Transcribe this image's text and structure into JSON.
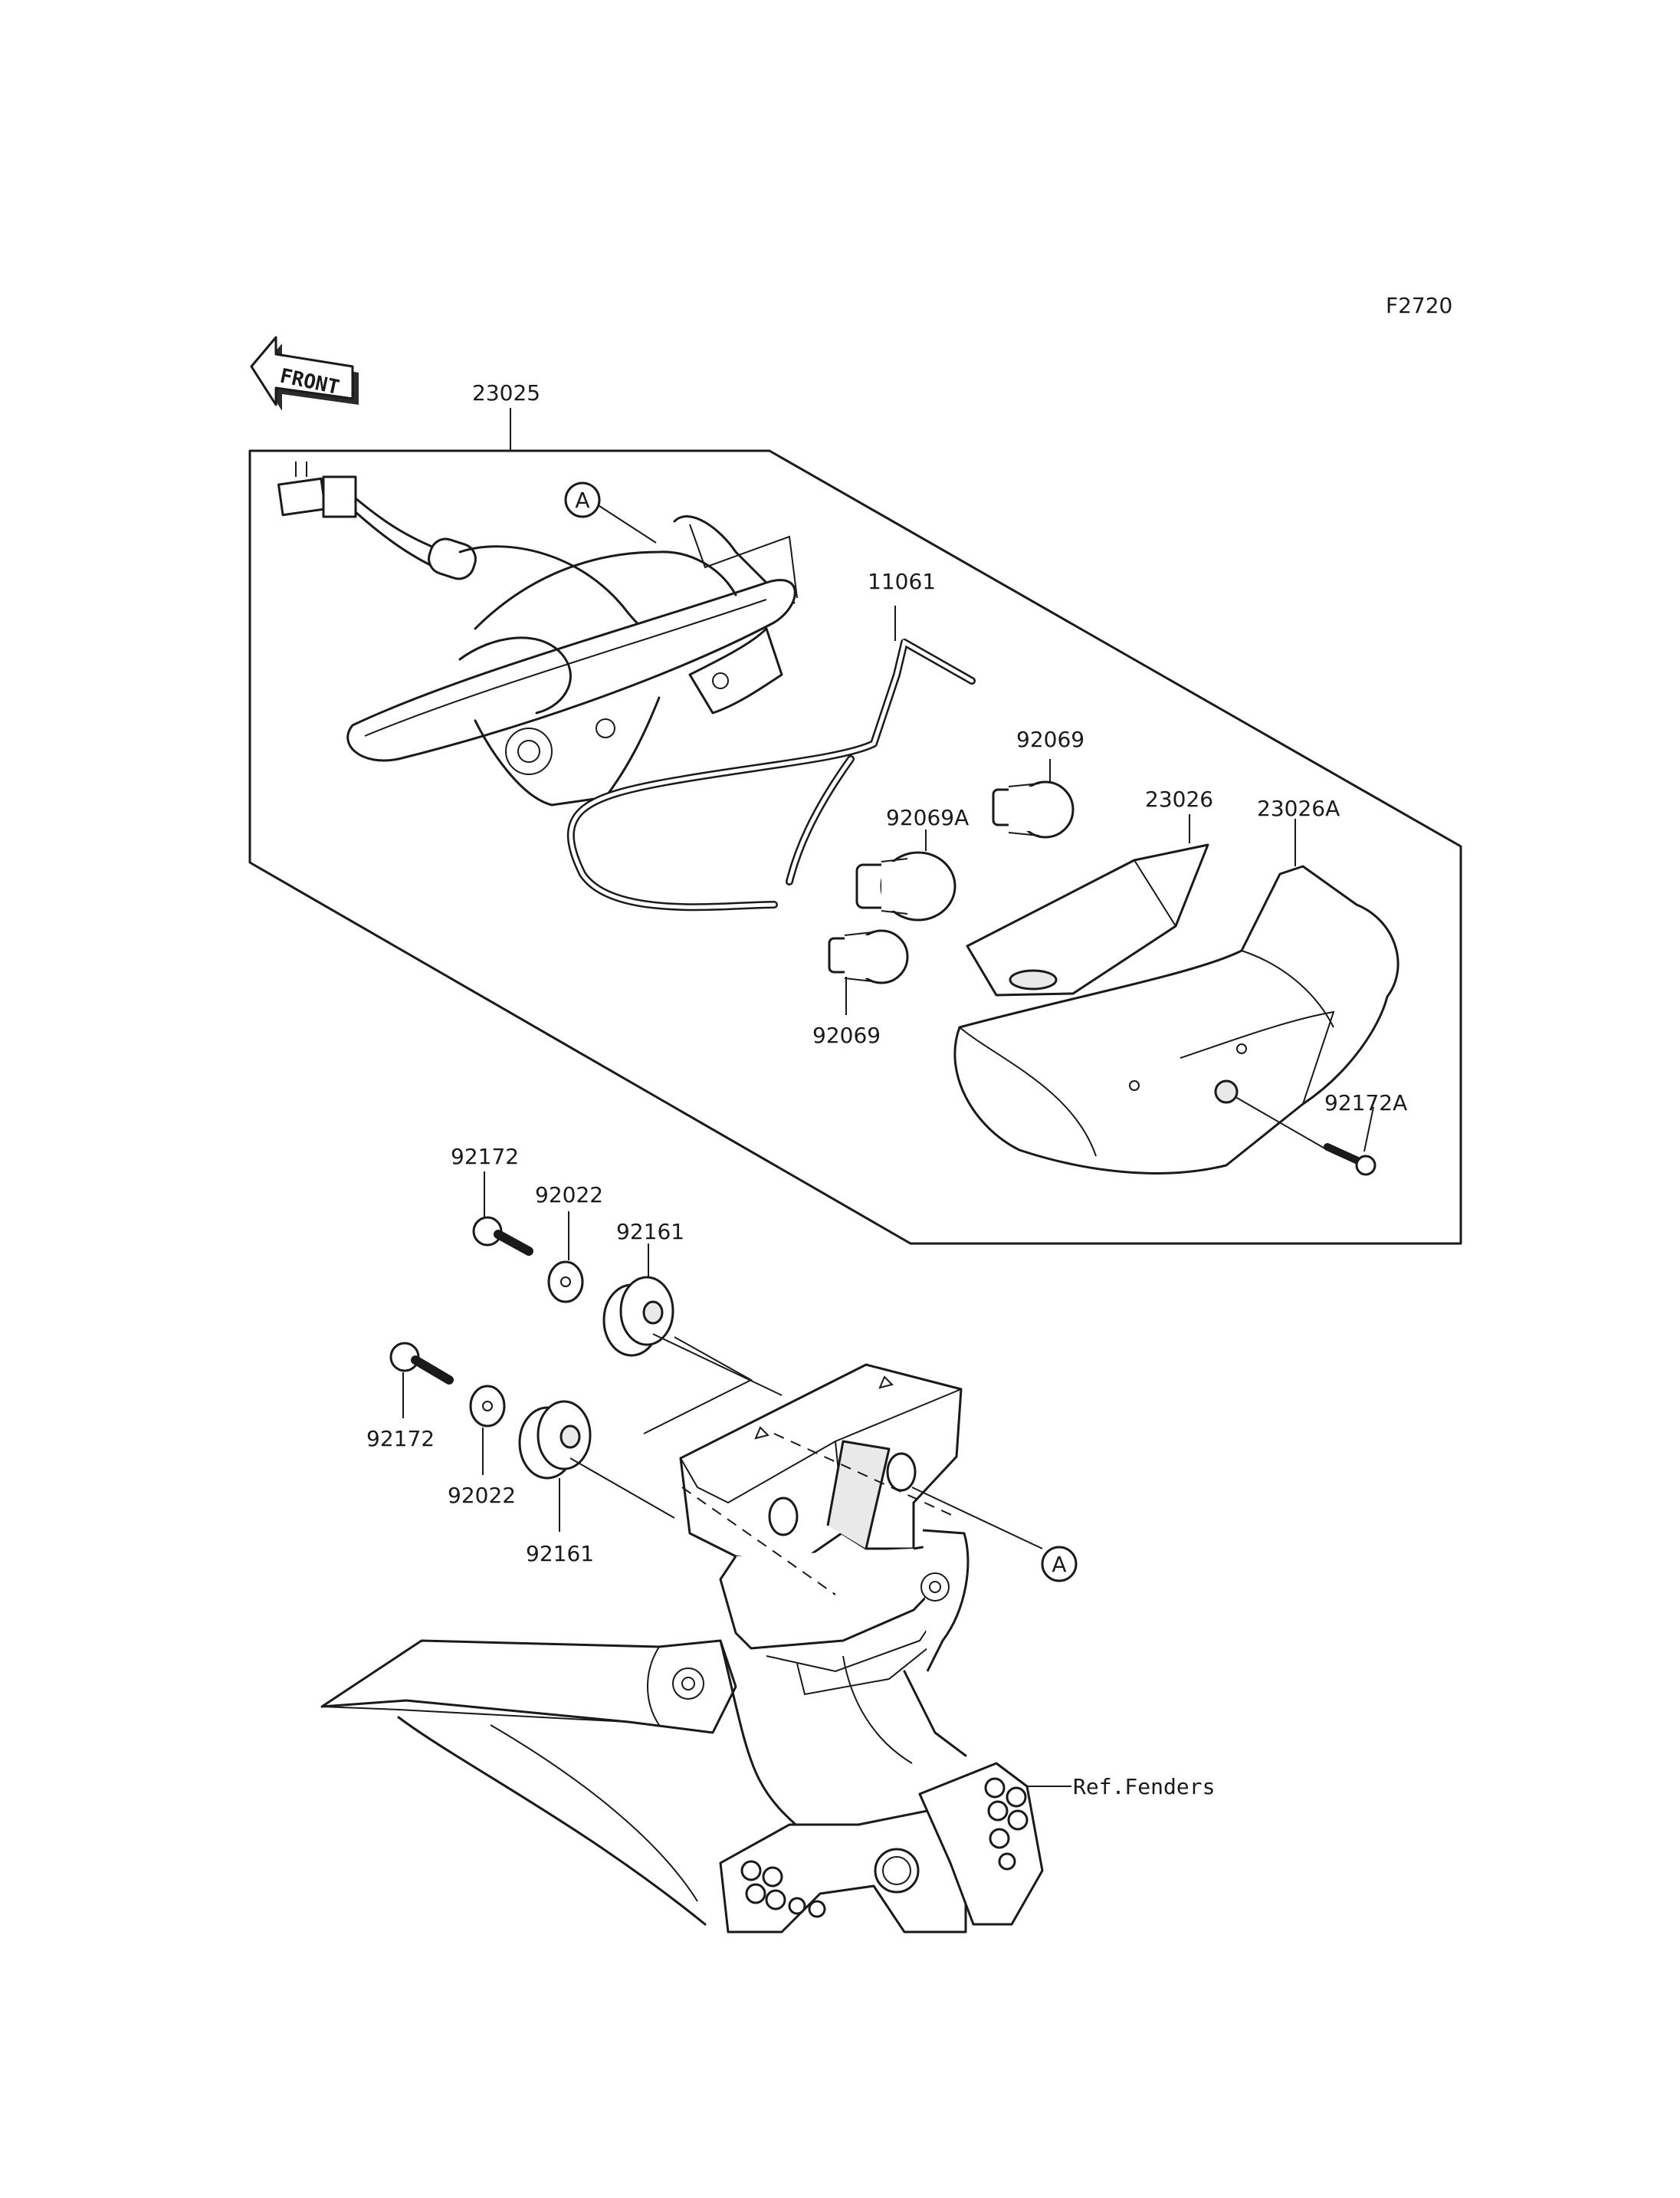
{
  "figure_code": "F2720",
  "front_marker": "FRONT",
  "ref_marker_a": "A",
  "parts": {
    "p23025": "23025",
    "p11061": "11061",
    "p92069_upper": "92069",
    "p92069A": "92069A",
    "p92069_lower": "92069",
    "p23026": "23026",
    "p23026A": "23026A",
    "p92172A": "92172A",
    "p92172_upper": "92172",
    "p92022_upper": "92022",
    "p92161_upper": "92161",
    "p92172_lower": "92172",
    "p92022_lower": "92022",
    "p92161_lower": "92161"
  },
  "reference": "Ref.Fenders"
}
